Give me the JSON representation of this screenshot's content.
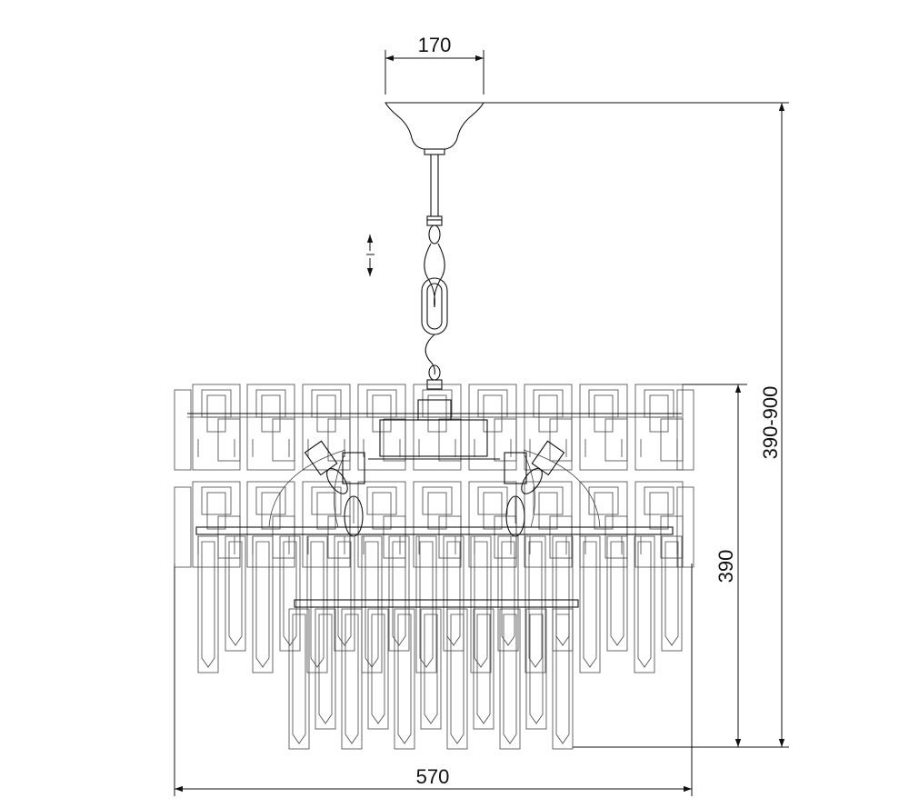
{
  "drawing": {
    "subject": "chandelier",
    "dimensions": {
      "canopy_width": "170",
      "overall_width": "570",
      "body_height": "390",
      "overall_height": "390-900"
    },
    "colors": {
      "line": "#111111",
      "background": "#ffffff"
    }
  }
}
